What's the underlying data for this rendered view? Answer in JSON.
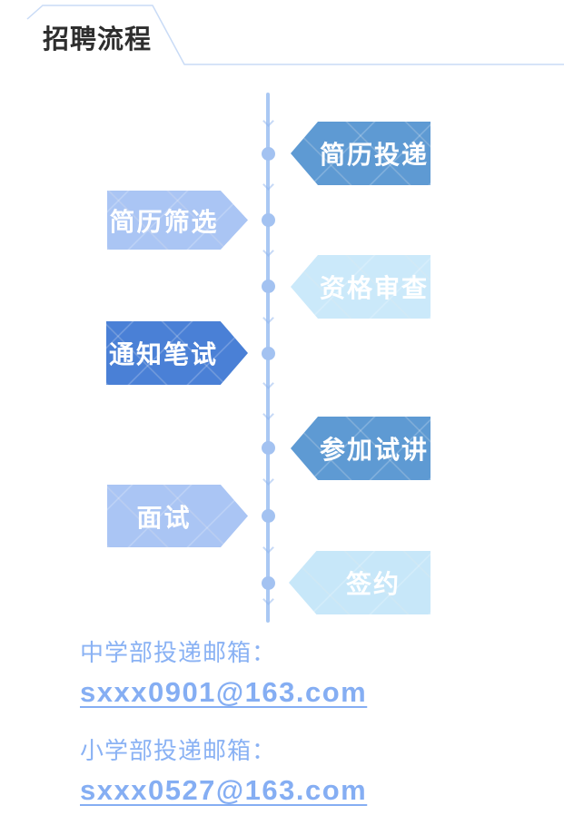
{
  "header": {
    "title": "招聘流程",
    "title_color": "#2e2e2e",
    "underline_color": "#c9dbf6"
  },
  "timeline": {
    "line_color": "#aac8f3",
    "dot_color": "#a3c2f1",
    "chevron_color": "#8fb5ee"
  },
  "steps": [
    {
      "label": "简历投递",
      "side": "right",
      "color": "#5e9ad3"
    },
    {
      "label": "简历筛选",
      "side": "left",
      "color": "#aac5f4"
    },
    {
      "label": "资格审查",
      "side": "right",
      "color": "#cbe9fa"
    },
    {
      "label": "通知笔试",
      "side": "left",
      "color": "#4a80d6"
    },
    {
      "label": "参加试讲",
      "side": "right",
      "color": "#5e9ad3"
    },
    {
      "label": "面试",
      "side": "left",
      "color": "#aac5f4"
    },
    {
      "label": "签约",
      "side": "right",
      "color": "#c7e7f9"
    }
  ],
  "contacts": [
    {
      "label": "中学部投递邮箱：",
      "email": "sxxx0901@163.com"
    },
    {
      "label": "小学部投递邮箱：",
      "email": "sxxx0527@163.com"
    }
  ],
  "contact_colors": {
    "label": "#8ab2f4",
    "email": "#85aef3"
  }
}
